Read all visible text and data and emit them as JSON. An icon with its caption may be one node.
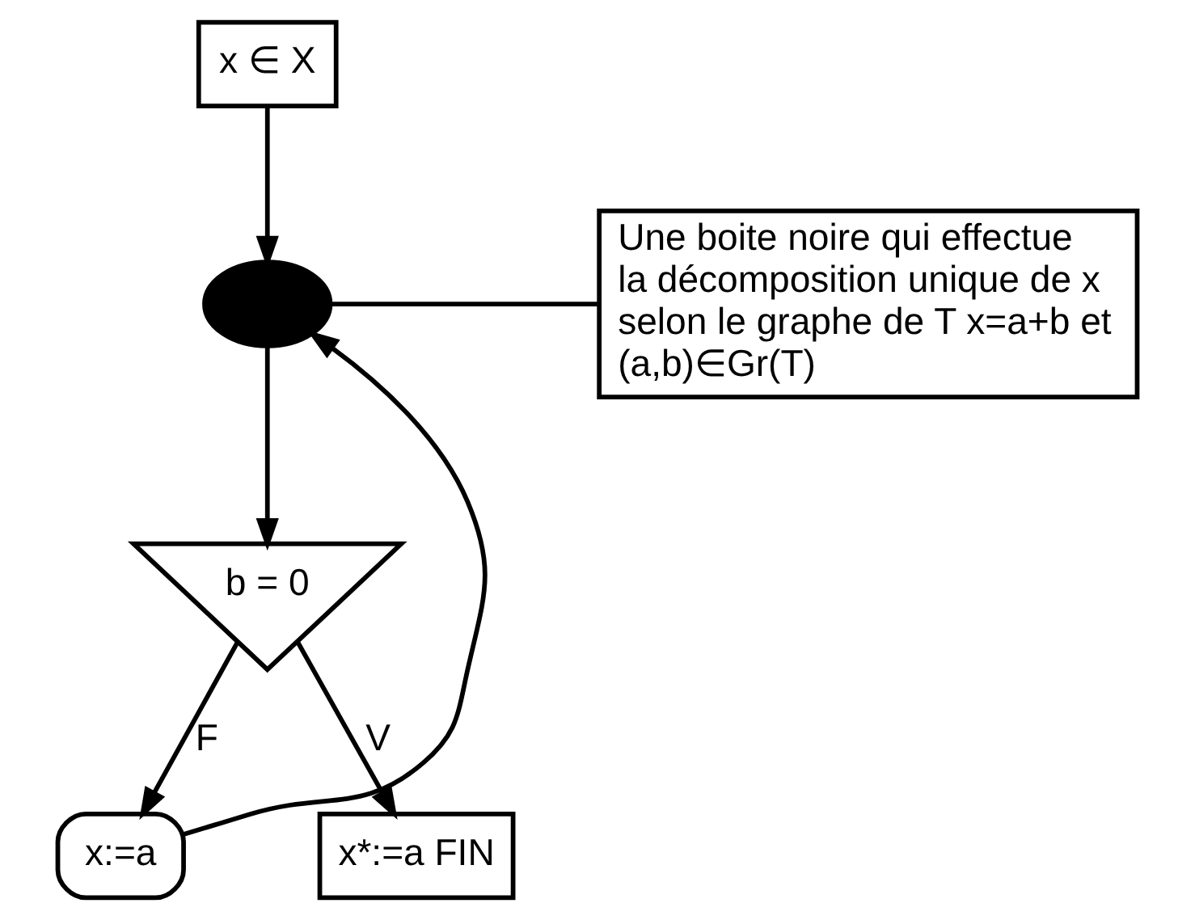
{
  "diagram": {
    "nodes": [
      {
        "text": [
          "x ∈ X"
        ]
      },
      {
        "text": [],
        "shape": "ellipse"
      },
      {
        "text": [
          "Une boite noire qui effectue la décomposition unique de x selon le graphe de T x=a+b et (a,b)∈Gr(T)"
        ]
      },
      {
        "text": [
          "b = 0"
        ]
      },
      {
        "text": [
          "x:=a"
        ]
      },
      {
        "text": [
          "x*:=a FIN"
        ]
      }
    ],
    "edges": [
      {
        "from": 0,
        "to": 1,
        "arrow": "to"
      },
      {
        "from": 1,
        "to": 2,
        "arrow": "none"
      },
      {
        "from": 1,
        "to": 3,
        "arrow": "to"
      },
      {
        "from": 3,
        "to": 4,
        "arrow": "to",
        "label": "F"
      },
      {
        "from": 4,
        "to": 1,
        "arrow": "to"
      },
      {
        "from": 3,
        "to": 5,
        "arrow": "to",
        "label": "V"
      }
    ]
  }
}
